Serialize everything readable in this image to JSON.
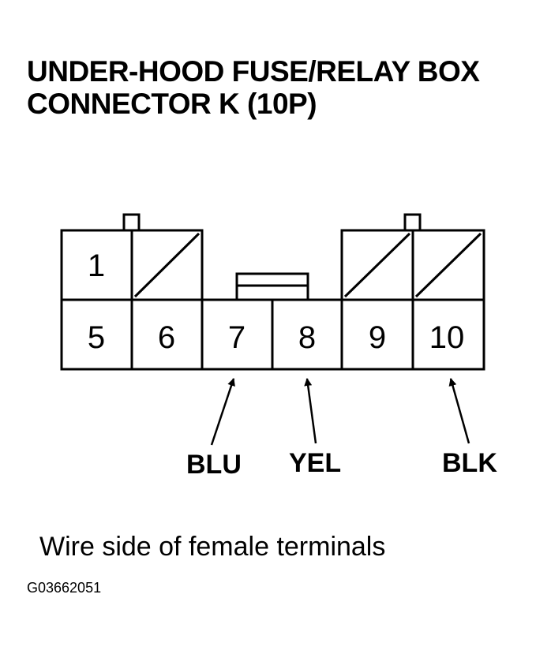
{
  "title": {
    "line1": "UNDER-HOOD FUSE/RELAY BOX",
    "line2": "CONNECTOR K (10P)"
  },
  "connector": {
    "top_row": [
      {
        "pin": "1",
        "cavity": "used"
      },
      {
        "pin": "",
        "cavity": "empty"
      },
      {
        "pin": "",
        "cavity": "empty"
      },
      {
        "pin": "",
        "cavity": "empty"
      }
    ],
    "bottom_row": [
      "5",
      "6",
      "7",
      "8",
      "9",
      "10"
    ]
  },
  "wires": [
    {
      "pin": "7",
      "color": "BLU"
    },
    {
      "pin": "8",
      "color": "YEL"
    },
    {
      "pin": "10",
      "color": "BLK"
    }
  ],
  "caption": "Wire side of female terminals",
  "figure_id": "G03662051"
}
